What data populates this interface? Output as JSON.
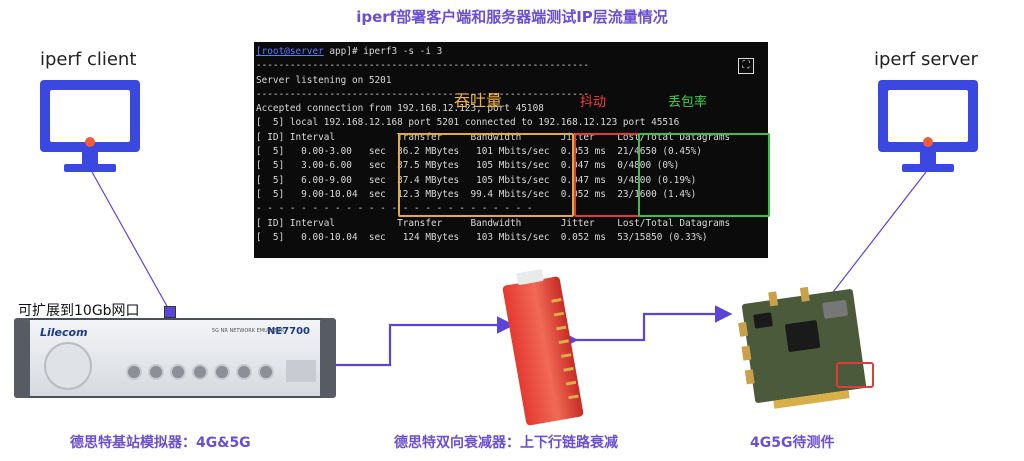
{
  "title": "iperf部署客户端和服务器端测试IP层流量情况",
  "client_label": "iperf client",
  "server_label": "iperf server",
  "expand_label": "可扩展到10Gb网口",
  "captions": {
    "base_station": "德思特基站模拟器：4G&5G",
    "attenuator": "德思特双向衰减器：上下行链路衰减",
    "dut": "4G5G待测件"
  },
  "device_text": {
    "logo": "Lilecom",
    "model": "NE7700",
    "subtitle": "5G NR NETWORK EMULATOR"
  },
  "annotations": {
    "throughput": "吞吐量",
    "jitter": "抖动",
    "loss": "丢包率"
  },
  "colors": {
    "accent": "#6a4fd3",
    "monitor": "#3b48e0",
    "throughput_box": "#e6a93c",
    "jitter_box": "#e03a3a",
    "loss_box": "#3fbf4a",
    "connector": "#5a45d8"
  },
  "terminal": {
    "prompt_user": "[root@server",
    "prompt_rest": " app]# iperf3 -s -i 3",
    "lines": [
      "-----------------------------------------------------------",
      "Server listening on 5201",
      "-----------------------------------------------------------",
      "Accepted connection from 192.168.12.123, port 45108",
      "[  5] local 192.168.12.168 port 5201 connected to 192.168.12.123 port 45516",
      "[ ID] Interval           Transfer     Bandwidth       Jitter    Lost/Total Datagrams",
      "[  5]   0.00-3.00   sec  36.2 MBytes   101 Mbits/sec  0.053 ms  21/4650 (0.45%)",
      "[  5]   3.00-6.00   sec  37.5 MBytes   105 Mbits/sec  0.047 ms  0/4800 (0%)",
      "[  5]   6.00-9.00   sec  37.4 MBytes   105 Mbits/sec  0.047 ms  9/4800 (0.19%)",
      "[  5]   9.00-10.04  sec  12.3 MBytes  99.4 Mbits/sec  0.052 ms  23/1600 (1.4%)",
      "- - - - - - - - - - - - - - - - - - - - - - - - -",
      "[ ID] Interval           Transfer     Bandwidth       Jitter    Lost/Total Datagrams",
      "[  5]   0.00-10.04  sec   124 MBytes   103 Mbits/sec  0.052 ms  53/15850 (0.33%)"
    ]
  }
}
